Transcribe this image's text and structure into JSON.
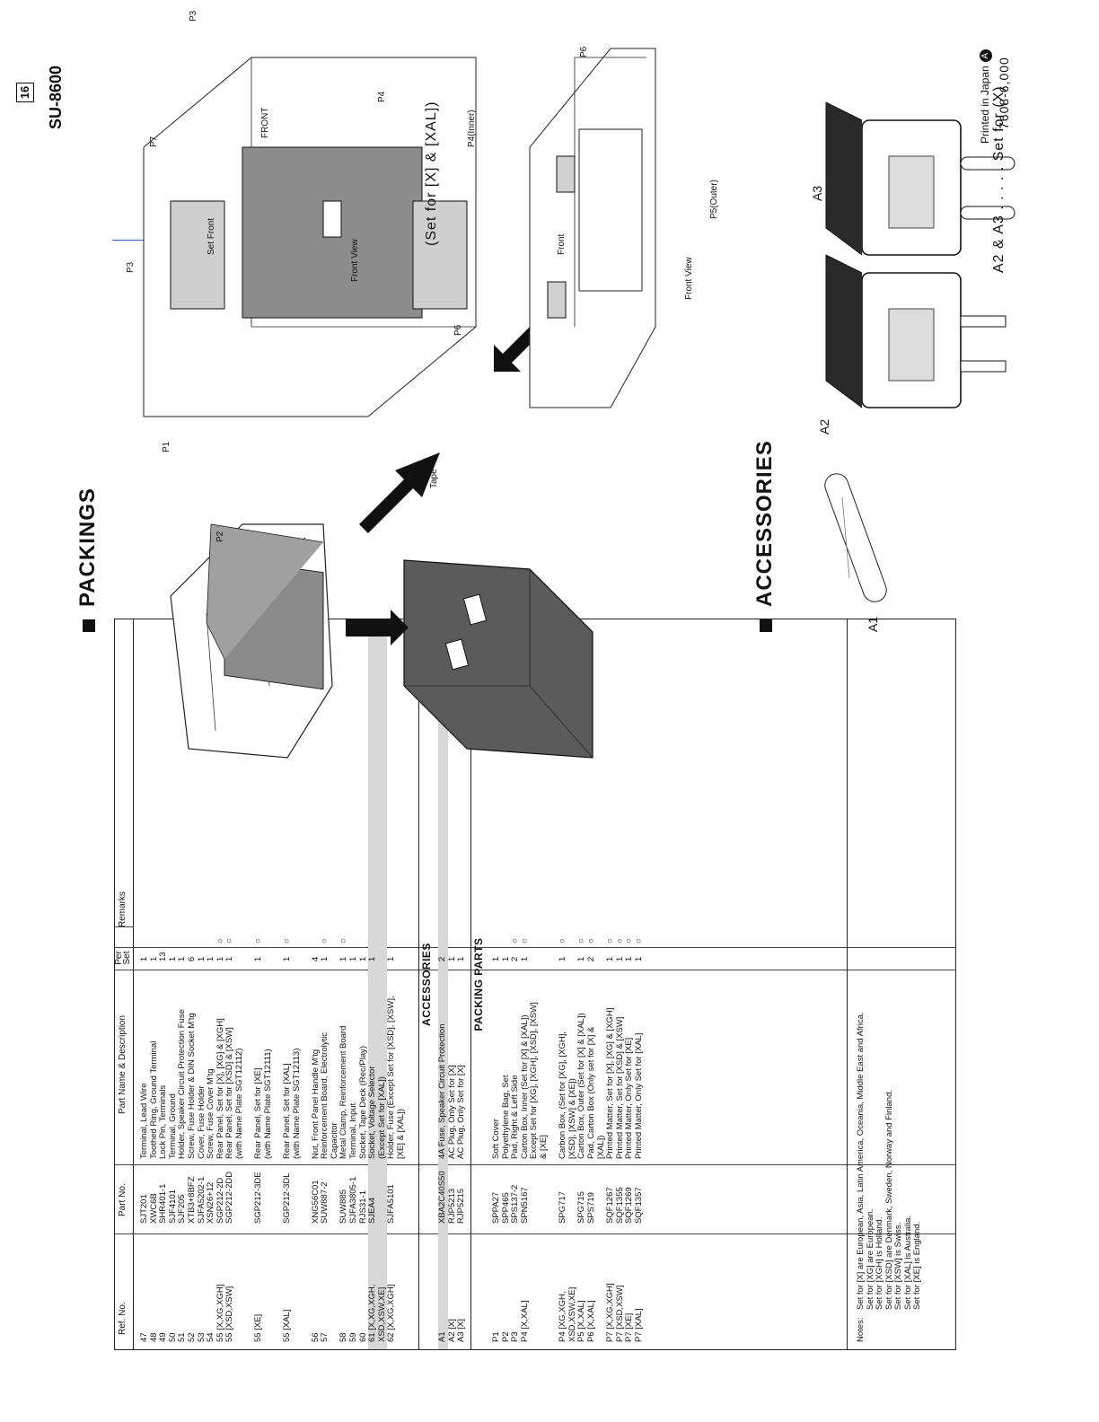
{
  "page": {
    "page_number": "16",
    "model": "SU-8600",
    "printed_in": "Printed in Japan",
    "print_code": "7608-6,000"
  },
  "table": {
    "headers": {
      "ref_no": "Ref. No.",
      "part_no": "Part No.",
      "desc": "Part Name & Description",
      "per_set": "Per Set",
      "remarks": "Remarks"
    },
    "parts": [
      {
        "ref": "47",
        "pn": "SJT201",
        "desc": "Terminal, Lead Wire",
        "per": "1",
        "rem": ""
      },
      {
        "ref": "48",
        "pn": "XWC6B",
        "desc": "Toothed Ring, Ground Terminal",
        "per": "1",
        "rem": ""
      },
      {
        "ref": "49",
        "pn": "SHR401-1",
        "desc": "Lock Pin, Terminals",
        "per": "13",
        "rem": ""
      },
      {
        "ref": "50",
        "pn": "SJF4101",
        "desc": "Terminal, Ground",
        "per": "1",
        "rem": ""
      },
      {
        "ref": "51",
        "pn": "SJF205",
        "desc": "Holder, Speaker Circuit Protection Fuse",
        "per": "1",
        "rem": ""
      },
      {
        "ref": "52",
        "pn": "XTB3+8BFZ",
        "desc": "Screw, Fuse Holder & DIN Socket M'tg",
        "per": "6",
        "rem": ""
      },
      {
        "ref": "53",
        "pn": "SJFA5202-1",
        "desc": "Cover, Fuse Holder",
        "per": "1",
        "rem": ""
      },
      {
        "ref": "54",
        "pn": "XSN26+12",
        "desc": "Screw, Fuse Cover M'tg",
        "per": "1",
        "rem": ""
      },
      {
        "ref": "55 [X,XG,XGH]",
        "pn": "SGP212-2D",
        "desc": "Rear Panel, Set for [X], [XG] & [XGH]",
        "per": "1",
        "rem": "○"
      },
      {
        "ref": "55 [XSD,XSW]",
        "pn": "SGP212-2DD",
        "desc": "Rear Panel, Set for [XSD] & [XSW]",
        "per": "1",
        "rem": "○"
      },
      {
        "ref": "",
        "pn": "",
        "desc": "(with Name Plate SGT12112)",
        "per": "",
        "rem": ""
      },
      {
        "ref": "",
        "pn": "",
        "desc": "",
        "per": "",
        "rem": ""
      },
      {
        "ref": "55 [XE]",
        "pn": "SGP212-3DE",
        "desc": "Rear Panel, Set for [XE]",
        "per": "1",
        "rem": "○"
      },
      {
        "ref": "",
        "pn": "",
        "desc": "(with Name Plate SGT12111)",
        "per": "",
        "rem": ""
      },
      {
        "ref": "",
        "pn": "",
        "desc": "",
        "per": "",
        "rem": ""
      },
      {
        "ref": "55 [XAL]",
        "pn": "SGP212-3DL",
        "desc": "Rear Panel, Set for [XAL]",
        "per": "1",
        "rem": "○"
      },
      {
        "ref": "",
        "pn": "",
        "desc": "(with Name Plate SGT12113)",
        "per": "",
        "rem": ""
      },
      {
        "ref": "",
        "pn": "",
        "desc": "",
        "per": "",
        "rem": ""
      },
      {
        "ref": "56",
        "pn": "XNG56C01",
        "desc": "Nut, Front Panel Handle M'tg",
        "per": "4",
        "rem": ""
      },
      {
        "ref": "57",
        "pn": "SUW887-2",
        "desc": "Reinforcement Board, Electrolytic",
        "per": "1",
        "rem": "○"
      },
      {
        "ref": "",
        "pn": "",
        "desc": "Capacitor",
        "per": "",
        "rem": ""
      },
      {
        "ref": "58",
        "pn": "SUW885",
        "desc": "Metal Clamp, Reinforcement Board",
        "per": "1",
        "rem": "○"
      },
      {
        "ref": "59",
        "pn": "SJFA3805-1",
        "desc": "Terminal, Input",
        "per": "1",
        "rem": ""
      },
      {
        "ref": "60",
        "pn": "RJS31-1",
        "desc": "Socket, Tape Deck (Rec/Play)",
        "per": "1",
        "rem": ""
      },
      {
        "ref": "61 [X,XG,XGH,",
        "pn": "SJEA4",
        "desc": "Socket, Voltage Selector",
        "per": "1",
        "rem": "",
        "hl": true
      },
      {
        "ref": "XSD,XSW,XE]",
        "pn": "",
        "desc": "(Except Set for [XAL])",
        "per": "",
        "rem": "",
        "hl": true
      },
      {
        "ref": "62 [X,XG,XGH]",
        "pn": "SJFA5101",
        "desc": "Holder, Fuse (Except Set for [XSD], [XSW],",
        "per": "1",
        "rem": ""
      },
      {
        "ref": "",
        "pn": "",
        "desc": "[XE] & [XAL])",
        "per": "",
        "rem": ""
      }
    ],
    "accessories_title": "ACCESSORIES",
    "accessories": [
      {
        "ref": "A1",
        "pn": "XBA2C40S50",
        "desc": "4A Fuse, Speaker Circuit Protection",
        "per": "2",
        "rem": "",
        "hl": true
      },
      {
        "ref": "A2 [X]",
        "pn": "RJP5213",
        "desc": "AC Plug, Only Set for [X]",
        "per": "1",
        "rem": ""
      },
      {
        "ref": "A3 [X]",
        "pn": "RJP5215",
        "desc": "AC Plug, Only Set for [X]",
        "per": "1",
        "rem": ""
      }
    ],
    "packing_title": "PACKING PARTS",
    "packing": [
      {
        "ref": "P1",
        "pn": "SPPA27",
        "desc": "Soft Cover",
        "per": "1",
        "rem": ""
      },
      {
        "ref": "P2",
        "pn": "SPP465",
        "desc": "Polyethylene Bag, Set",
        "per": "1",
        "rem": ""
      },
      {
        "ref": "P3",
        "pn": "SPS137-2",
        "desc": "Pad, Right & Left Side",
        "per": "2",
        "rem": "○"
      },
      {
        "ref": "P4 [X,XAL]",
        "pn": "SPN5167",
        "desc": "Carton Box, Inner (Set for [X] & [XAL])",
        "per": "1",
        "rem": "○"
      },
      {
        "ref": "",
        "pn": "",
        "desc": "Except Set for [XG], [XGH], [XSD], [XSW]",
        "per": "",
        "rem": ""
      },
      {
        "ref": "",
        "pn": "",
        "desc": "& [XE]",
        "per": "",
        "rem": ""
      },
      {
        "ref": "",
        "pn": "",
        "desc": "",
        "per": "",
        "rem": ""
      },
      {
        "ref": "P4 [XG,XGH,",
        "pn": "SPG717",
        "desc": "Carbon Box, (Set for [XG], [XGH],",
        "per": "1",
        "rem": "○"
      },
      {
        "ref": "XSD,XSW,XE]",
        "pn": "",
        "desc": "[XSD], [XSW] & [XE])",
        "per": "",
        "rem": ""
      },
      {
        "ref": "P5 [X,XAL]",
        "pn": "SPG715",
        "desc": "Carton Box, Outer (Set for [X] & [XAL])",
        "per": "1",
        "rem": "○"
      },
      {
        "ref": "P6 [X,XAL]",
        "pn": "SPS719",
        "desc": "Pad, Carton Box (Only set for [X] &",
        "per": "2",
        "rem": "○"
      },
      {
        "ref": "",
        "pn": "",
        "desc": "[XAL])",
        "per": "",
        "rem": ""
      },
      {
        "ref": "P7 [X,XG,XGH]",
        "pn": "SQF1267",
        "desc": "Printed Matter, Set for [X], [XG] & [XGH]",
        "per": "1",
        "rem": "○"
      },
      {
        "ref": "P7 [XSD,XSW]",
        "pn": "SQF1355",
        "desc": "Printed Matter, Set for [XSD] & [XSW]",
        "per": "1",
        "rem": "○"
      },
      {
        "ref": "P7 [XE]",
        "pn": "SQF1269",
        "desc": "Printed Matter, Only Set for [XE]",
        "per": "1",
        "rem": "○"
      },
      {
        "ref": "P7 [XAL]",
        "pn": "SQF1357",
        "desc": "Printed Matter, Only Set for [XAL]",
        "per": "1",
        "rem": "○"
      }
    ],
    "notes_label": "Notes:",
    "notes": [
      "Set for [X] are European, Asia, Latin America, Oceania, Middle East and Africa.",
      "Set for [XG] are European.",
      "Set for [XGH] is Holland.",
      "Set for [XSD] are Denmark, Sweden, Norway and Finland.",
      "Set for [XSW] is Swiss.",
      "Set for [XAL] is Australia.",
      "Set for [XE] is England."
    ]
  },
  "packings": {
    "title": "PACKINGS",
    "labels": {
      "p1": "P1",
      "p2": "P2",
      "p3a": "P3",
      "p3b": "P3",
      "p4": "P4",
      "p7": "P7",
      "tape": "Tape",
      "set_front": "Set Front",
      "front_view_a": "Front View",
      "p6a": "P6",
      "p6b": "P6",
      "p4_inner": "P4(Inner)",
      "p5_outer": "P5(Outer)",
      "front": "Front",
      "front_view_b": "Front View",
      "front_stamp": "FRONT"
    },
    "caption": "(Set for [X] & [XAL])"
  },
  "accessories_fig": {
    "title": "ACCESSORIES",
    "labels": {
      "a1": "A1",
      "a2": "A2",
      "a3": "A3"
    },
    "caption": "A2 & A3 . . . . . Set for (X)"
  }
}
